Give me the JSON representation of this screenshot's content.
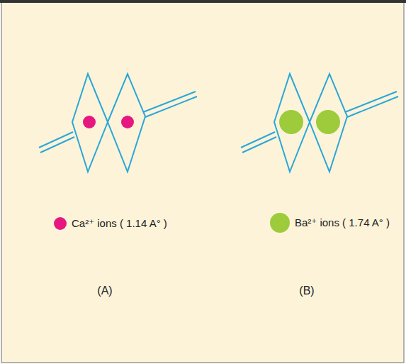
{
  "diagram": {
    "labels": [
      "(A)",
      "(B)"
    ],
    "legend": [
      {
        "text": "Ca²⁺ ions ( 1.14 A° )",
        "color": "#e6187f"
      },
      {
        "text": "Ba²⁺ ions ( 1.74 A° )",
        "color": "#9dcb3c"
      }
    ]
  }
}
